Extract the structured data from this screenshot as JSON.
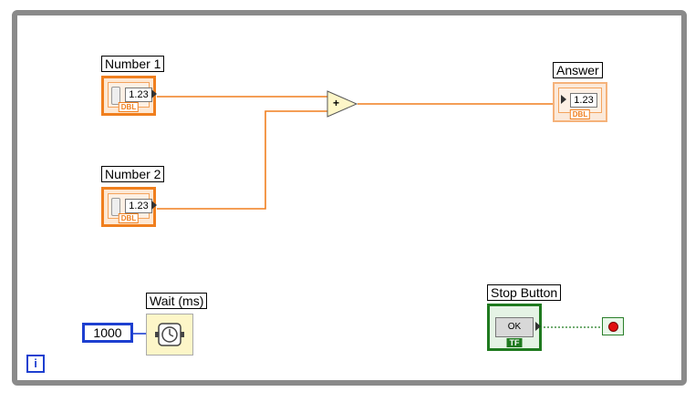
{
  "block_diagram": {
    "controls": [
      {
        "label": "Number 1",
        "value": "1.23",
        "type": "DBL"
      },
      {
        "label": "Number 2",
        "value": "1.23",
        "type": "DBL"
      }
    ],
    "indicator": {
      "label": "Answer",
      "value": "1.23",
      "type": "DBL"
    },
    "add_node": {
      "symbol": "+"
    },
    "wait": {
      "label": "Wait (ms)",
      "constant": "1000"
    },
    "stop": {
      "label": "Stop Button",
      "button_text": "OK",
      "type": "TF"
    },
    "loop_iteration": "i"
  },
  "colors": {
    "dbl_wire": "#f07f1e",
    "bool_wire": "#1f7a1f",
    "loop_border": "#8a8a8a",
    "int_border": "#1d3fd0"
  }
}
